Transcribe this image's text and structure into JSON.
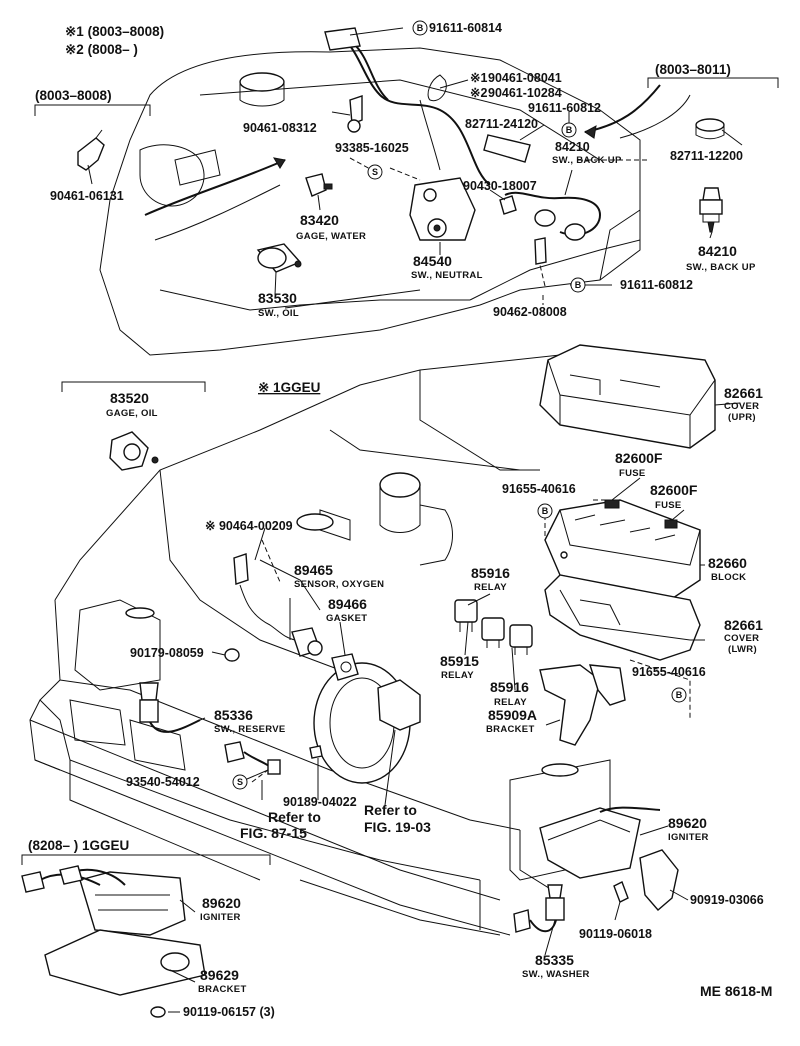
{
  "headers": {
    "note1": "※1 (8003–8008)",
    "note2": "※2 (8008–     )",
    "range_left": "(8003–8008)",
    "range_right": "(8003–8011)",
    "note_1ggeu": "※ 1GGEU",
    "range_inset": "(8208–        ) 1GGEU",
    "star1": "※1",
    "star2": "※2"
  },
  "refs": {
    "fig87_line1": "Refer to",
    "fig87_line2": "FIG. 87-15",
    "fig19_line1": "Refer to",
    "fig19_line2": "FIG. 19-03"
  },
  "footer": {
    "code": "ME  8618-M"
  },
  "badge_letters": {
    "b": "B",
    "s": "S"
  },
  "parts": [
    {
      "id": "p91611_60814",
      "number": "91611-60814",
      "name": ""
    },
    {
      "id": "p90461_08041",
      "number": "90461-08041",
      "name": ""
    },
    {
      "id": "p90461_10284",
      "number": "90461-10284",
      "name": ""
    },
    {
      "id": "p90461_08312",
      "number": "90461-08312",
      "name": ""
    },
    {
      "id": "p90461_06131",
      "number": "90461-06131",
      "name": ""
    },
    {
      "id": "p91611_60812a",
      "number": "91611-60812",
      "name": ""
    },
    {
      "id": "p82711_24120",
      "number": "82711-24120",
      "name": ""
    },
    {
      "id": "p82711_12200",
      "number": "82711-12200",
      "name": ""
    },
    {
      "id": "p93385_16025",
      "number": "93385-16025",
      "name": ""
    },
    {
      "id": "p84210a",
      "number": "84210",
      "name": "SW., BACK UP"
    },
    {
      "id": "p90430_18007",
      "number": "90430-18007",
      "name": ""
    },
    {
      "id": "p83420",
      "number": "83420",
      "name": "GAGE, WATER"
    },
    {
      "id": "p84210b",
      "number": "84210",
      "name": "SW., BACK UP"
    },
    {
      "id": "p84540",
      "number": "84540",
      "name": "SW., NEUTRAL"
    },
    {
      "id": "p91611_60812b",
      "number": "91611-60812",
      "name": ""
    },
    {
      "id": "p83530",
      "number": "83530",
      "name": "SW., OIL"
    },
    {
      "id": "p90462_08008",
      "number": "90462-08008",
      "name": ""
    },
    {
      "id": "p83520",
      "number": "83520",
      "name": "GAGE, OIL"
    },
    {
      "id": "p82661_upr",
      "number": "82661",
      "name": "COVER",
      "name2": "(UPR)"
    },
    {
      "id": "p82600f_a",
      "number": "82600F",
      "name": "FUSE"
    },
    {
      "id": "p91655_40616a",
      "number": "91655-40616",
      "name": ""
    },
    {
      "id": "p82600f_b",
      "number": "82600F",
      "name": "FUSE"
    },
    {
      "id": "p90464_00209",
      "number": "※ 90464-00209",
      "name": ""
    },
    {
      "id": "p82660",
      "number": "82660",
      "name": "BLOCK"
    },
    {
      "id": "p89465",
      "number": "89465",
      "name": "SENSOR, OXYGEN"
    },
    {
      "id": "p85916a",
      "number": "85916",
      "name": "RELAY"
    },
    {
      "id": "p89466",
      "number": "89466",
      "name": "GASKET"
    },
    {
      "id": "p82661_lwr",
      "number": "82661",
      "name": "COVER",
      "name2": "(LWR)"
    },
    {
      "id": "p90179_08059",
      "number": "90179-08059",
      "name": ""
    },
    {
      "id": "p85915",
      "number": "85915",
      "name": "RELAY"
    },
    {
      "id": "p91655_40616b",
      "number": "91655-40616",
      "name": ""
    },
    {
      "id": "p85916b",
      "number": "85916",
      "name": "RELAY"
    },
    {
      "id": "p85909a",
      "number": "85909A",
      "name": "BRACKET"
    },
    {
      "id": "p85336",
      "number": "85336",
      "name": "SW., RESERVE"
    },
    {
      "id": "p93540_54012",
      "number": "93540-54012",
      "name": ""
    },
    {
      "id": "p90189_04022",
      "number": "90189-04022",
      "name": ""
    },
    {
      "id": "p89620a",
      "number": "89620",
      "name": "IGNITER"
    },
    {
      "id": "p90919_03066",
      "number": "90919-03066",
      "name": ""
    },
    {
      "id": "p89620b",
      "number": "89620",
      "name": "IGNITER"
    },
    {
      "id": "p90119_06018",
      "number": "90119-06018",
      "name": ""
    },
    {
      "id": "p85335",
      "number": "85335",
      "name": "SW., WASHER"
    },
    {
      "id": "p89629",
      "number": "89629",
      "name": "BRACKET"
    },
    {
      "id": "p90119_06157",
      "number": "90119-06157 (3)",
      "name": ""
    }
  ]
}
